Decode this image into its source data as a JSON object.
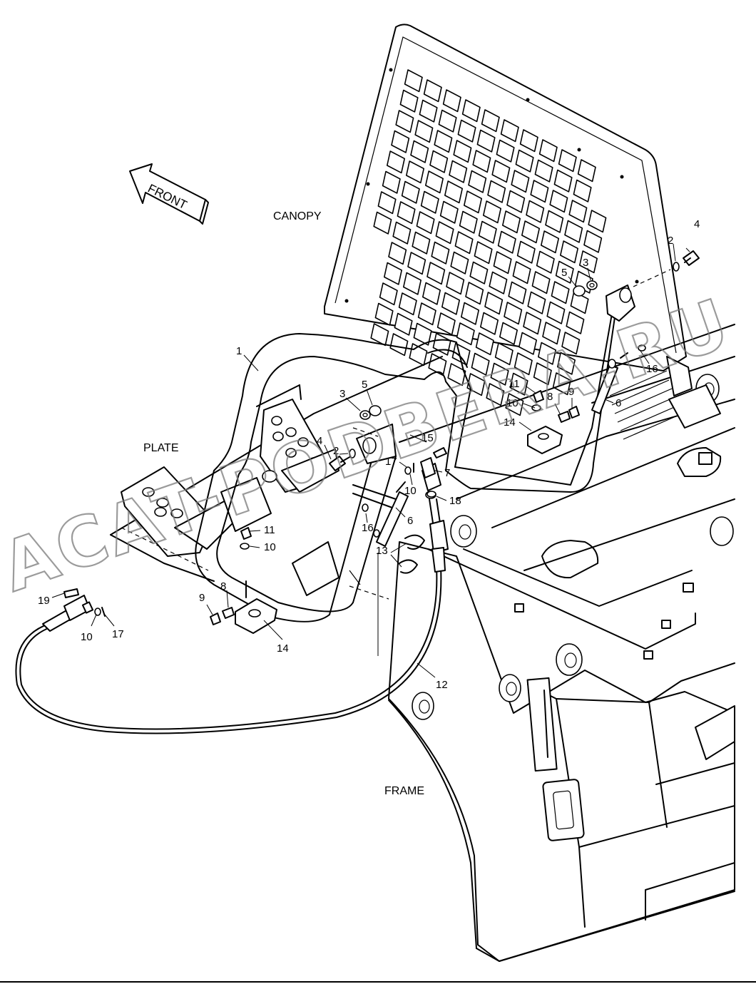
{
  "areas": {
    "canopy": "CANOPY",
    "plate": "PLATE",
    "frame": "FRAME"
  },
  "direction_arrow": "FRONT",
  "watermark": "ACAT-PODBERA.RU",
  "callouts": {
    "c1": "1",
    "c2a": "2",
    "c2b": "2",
    "c3a": "3",
    "c3b": "3",
    "c4a": "4",
    "c4b": "4",
    "c5a": "5",
    "c5b": "5",
    "c6a": "6",
    "c6b": "6",
    "c7": "7",
    "c8a": "8",
    "c8b": "8",
    "c9a": "9",
    "c9b": "9",
    "c10a": "10",
    "c10b": "10",
    "c10c": "10",
    "c10d": "10",
    "c11a": "11",
    "c11b": "11",
    "c12": "12",
    "c13": "13",
    "c14a": "14",
    "c14b": "14",
    "c15": "15",
    "c16a": "16",
    "c16b": "16",
    "c17a": "17",
    "c17b": "17",
    "c18": "18",
    "c19": "19"
  }
}
